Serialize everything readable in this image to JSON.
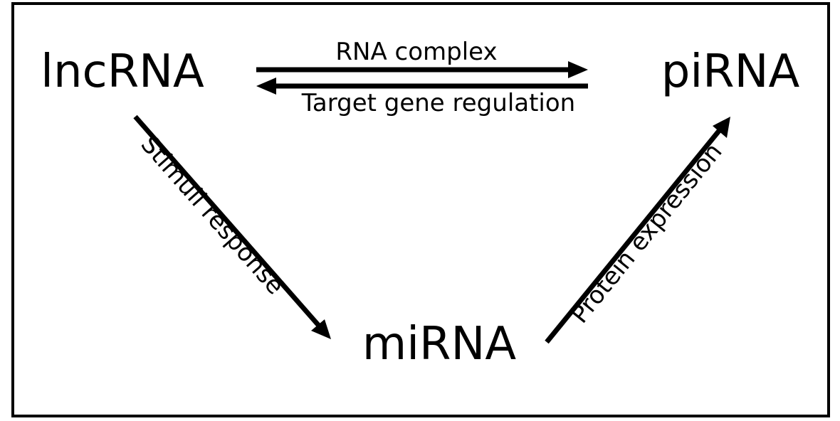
{
  "nodes": {
    "lncrna": "lncRNA",
    "pirna": "piRNA",
    "mirna": "miRNA"
  },
  "edges": {
    "lncrna_to_pirna": "RNA complex",
    "pirna_to_lncrna": "Target gene regulation",
    "lncrna_to_mirna": "Stimuli response",
    "mirna_to_pirna": "Protein expression"
  },
  "colors": {
    "stroke": "#000000",
    "background": "#ffffff"
  }
}
